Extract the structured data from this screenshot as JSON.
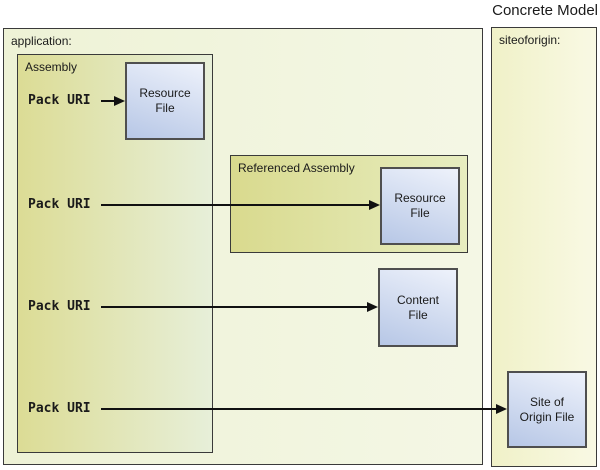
{
  "title": "Concrete Model",
  "containers": {
    "application": {
      "label": "application:"
    },
    "siteoforigin": {
      "label": "siteoforigin:"
    },
    "assembly": {
      "label": "Assembly"
    },
    "referenced_assembly": {
      "label": "Referenced Assembly"
    }
  },
  "nodes": {
    "assembly_resource_file": {
      "label": "Resource\nFile"
    },
    "referenced_resource_file": {
      "label": "Resource\nFile"
    },
    "content_file": {
      "label": "Content\nFile"
    },
    "site_of_origin_file": {
      "label": "Site of\nOrigin File"
    }
  },
  "pack_uri_labels": [
    "Pack URI",
    "Pack URI",
    "Pack URI",
    "Pack URI"
  ],
  "colors": {
    "page_bg": "#ffffff",
    "text": "#1a1a1a",
    "border_dark": "#3a3a3a",
    "node_border": "#4f4f4f",
    "arrow": "#111111",
    "application_bg_left": "#eef2d6",
    "application_bg_right": "#f4f7e5",
    "siteoforigin_bg_left": "#f0f1c8",
    "siteoforigin_bg_right": "#f9f9e4",
    "assembly_bg_left": "#dcdc95",
    "assembly_bg_right": "#e7efd9",
    "referenced_bg_left": "#d9da8e",
    "referenced_bg_right": "#e7edc0",
    "node_bg_top": "#eef2fb",
    "node_bg_bottom": "#b7c7e6"
  }
}
